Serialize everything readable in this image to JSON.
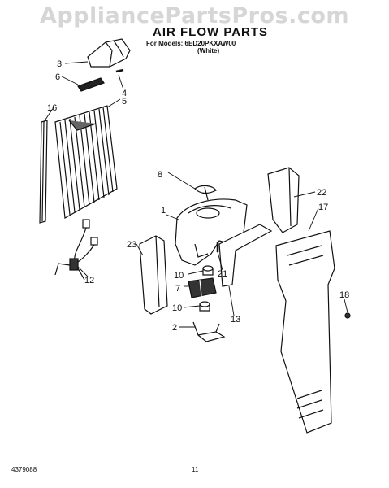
{
  "watermark": "AppliancePartsPros.com",
  "header": {
    "title": "AIR FLOW PARTS",
    "models_line": "For Models: 6ED20PKXAW00",
    "color_line": "(White)"
  },
  "callouts": [
    "1",
    "2",
    "3",
    "4",
    "5",
    "6",
    "7",
    "8",
    "10",
    "10",
    "12",
    "13",
    "16",
    "17",
    "18",
    "21",
    "22",
    "23"
  ],
  "footer": {
    "doc_number": "4379088",
    "page_number": "11"
  }
}
